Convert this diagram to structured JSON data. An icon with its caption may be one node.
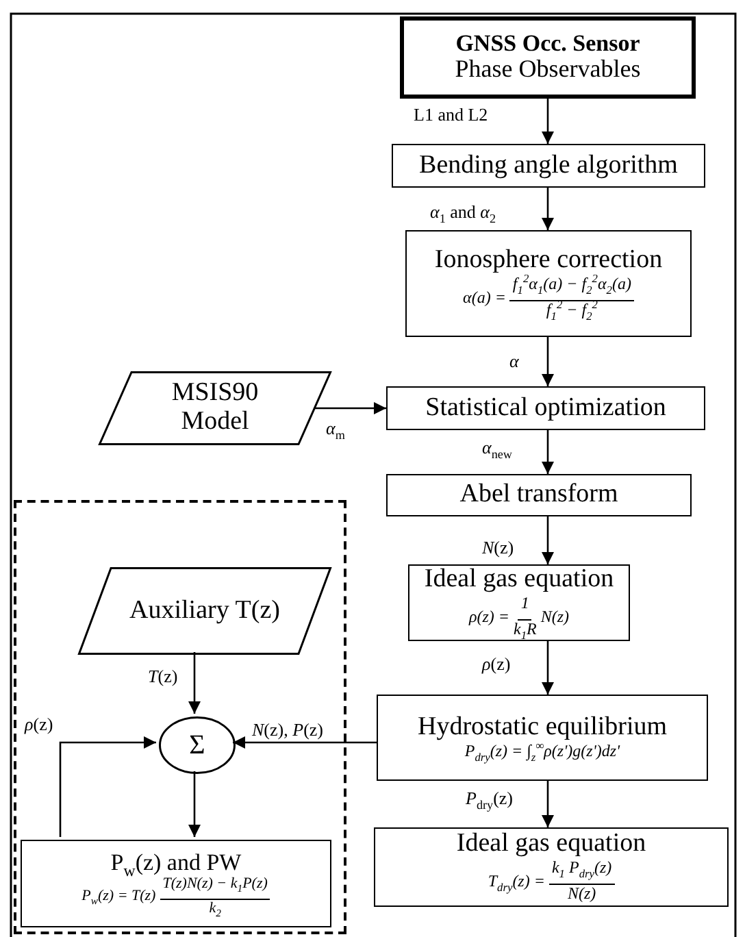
{
  "diagram": {
    "nodes": [
      {
        "text": [
          "GNSS Occ. Sensor",
          "Phase Observables"
        ]
      },
      {
        "text": [
          "Bending angle algorithm"
        ]
      },
      {
        "text": [
          "Ionosphere correction",
          "α(a) =",
          "f$_{1}$$^{2}$α$_{1}$(a) − f$_{2}$$^{2}$α$_{2}$(a)",
          "f$_{1}$$^{2}$ − f$_{2}$$^{2}$"
        ]
      },
      {
        "text": [
          "MSIS90 Model"
        ]
      },
      {
        "text": [
          "Statistical optimization"
        ]
      },
      {
        "text": [
          "Abel transform"
        ]
      },
      {
        "text": [
          "Ideal gas equation",
          "ρ(z) =",
          "1",
          "k$_{1}$R",
          "N(z)"
        ]
      },
      {
        "text": [
          "Hydrostatic equilibrium",
          "P$_{dry}$(z) = ∫$_{z}$$^{∞}$ρ(z')g(z')dz'"
        ]
      },
      {
        "text": [
          "Ideal gas equation",
          "T$_{dry}$(z) =",
          "k$_{1}$ P$_{dry}$(z)",
          "N(z)"
        ]
      },
      {
        "text": [],
        "shape": "box"
      },
      {
        "text": [
          "Auxiliary T(z)"
        ],
        "in": 9
      },
      {
        "text": [
          "Σ"
        ],
        "in": 9
      },
      {
        "text": [
          "P$_{w}$(z) and PW",
          "P$_{w}$(z) = T(z)",
          "T(z)N(z) − k$_{1}$P(z)",
          "k$_{2}$"
        ],
        "in": 9
      }
    ],
    "edges": [
      {
        "from": 0,
        "to": 1,
        "arrow": "to",
        "label": "L1 and L2"
      },
      {
        "from": 1,
        "to": 2,
        "arrow": "to",
        "label": "*α*$_{1}$ and *α*$_{2}$"
      },
      {
        "from": 2,
        "to": 4,
        "arrow": "to",
        "label": "*α*"
      },
      {
        "from": 3,
        "to": 4,
        "arrow": "to",
        "label": "*α*$_{m}$"
      },
      {
        "from": 4,
        "to": 5,
        "arrow": "to",
        "label": "*α*$_{new}$"
      },
      {
        "from": 5,
        "to": 6,
        "arrow": "to",
        "label": "*N*(z)"
      },
      {
        "from": 6,
        "to": 7,
        "arrow": "to",
        "label": "*ρ*(z)"
      },
      {
        "from": 7,
        "to": 8,
        "arrow": "to",
        "label": "*P*$_{dry}$(z)"
      },
      {
        "from": 10,
        "to": 11,
        "arrow": "to",
        "label": "*T*(z)"
      },
      {
        "from": 7,
        "to": 11,
        "arrow": "to",
        "label": "*N*(z), *P*(z)"
      },
      {
        "from": 12,
        "to": 11,
        "arrow": "to",
        "label": "*ρ*(z)"
      },
      {
        "from": 11,
        "to": 12,
        "arrow": "to"
      }
    ]
  }
}
